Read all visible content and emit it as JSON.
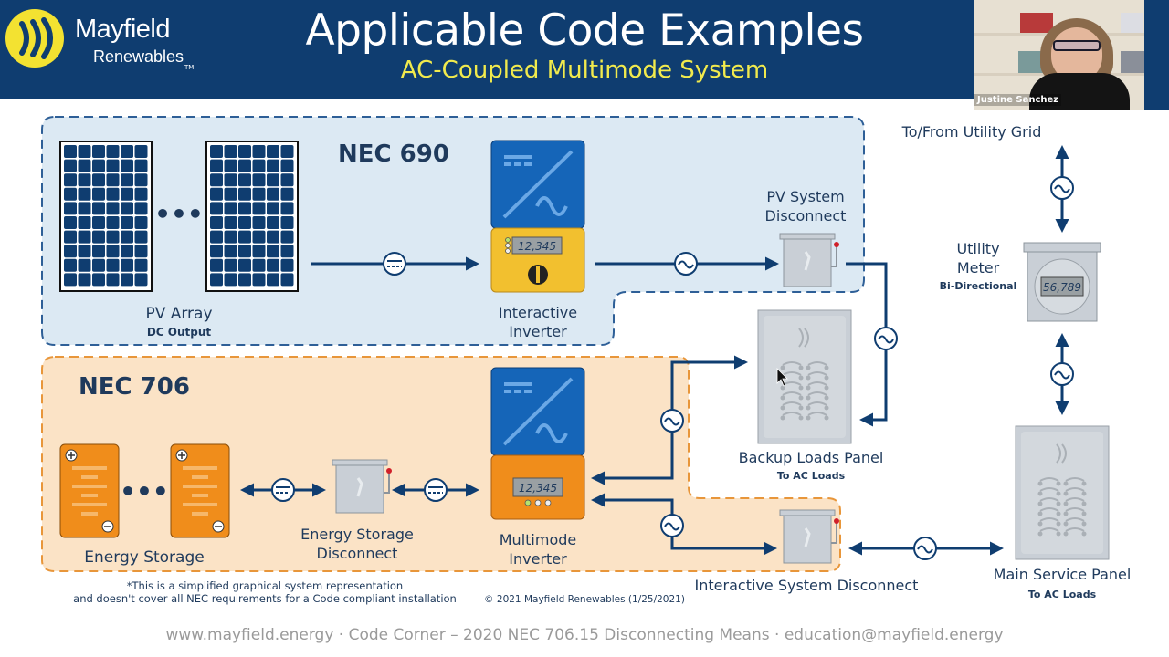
{
  "header": {
    "brand_line1": "Mayfield",
    "brand_line2": "Renewables",
    "brand_tm": "TM",
    "title": "Applicable Code Examples",
    "subtitle": "AC-Coupled Multimode System"
  },
  "webcam": {
    "participant_name": "Justine Sanchez"
  },
  "diagram": {
    "nec690_label": "NEC 690",
    "nec706_label": "NEC 706",
    "pv_array": {
      "label": "PV Array",
      "sublabel": "DC Output",
      "ellipsis": "•••"
    },
    "interactive_inverter": {
      "label_line1": "Interactive",
      "label_line2": "Inverter",
      "display": "12,345"
    },
    "pv_disconnect": {
      "label_line1": "PV System",
      "label_line2": "Disconnect"
    },
    "utility_grid": {
      "label": "To/From Utility Grid"
    },
    "utility_meter": {
      "label_line1": "Utility",
      "label_line2": "Meter",
      "sublabel": "Bi-Directional",
      "display": "56,789"
    },
    "backup_panel": {
      "label": "Backup Loads Panel",
      "sublabel": "To AC Loads"
    },
    "energy_storage": {
      "label": "Energy Storage",
      "ellipsis": "•••"
    },
    "es_disconnect": {
      "label_line1": "Energy Storage",
      "label_line2": "Disconnect"
    },
    "multimode_inverter": {
      "label_line1": "Multimode",
      "label_line2": "Inverter",
      "display": "12,345"
    },
    "interactive_disconnect": {
      "label": "Interactive System Disconnect"
    },
    "main_panel": {
      "label": "Main Service Panel",
      "sublabel": "To AC Loads"
    },
    "symbols": {
      "dc": "⎓",
      "ac": "~"
    },
    "note_line1": "*This is a simplified graphical system representation",
    "note_line2": "and doesn't cover all NEC requirements for a Code compliant installation",
    "copyright": "© 2021 Mayfield Renewables (1/25/2021)",
    "colors": {
      "navy": "#0f3d70",
      "nec690_fill": "#dce9f3",
      "nec690_border": "#2e5f97",
      "nec706_fill": "#fbe3c6",
      "nec706_border": "#e8963a",
      "inverter_blue": "#1565b8",
      "pv_yellow": "#f2c02f",
      "battery_orange": "#f08d1b",
      "equipment_gray": "#c9cfd6"
    }
  },
  "footer": {
    "text": "www.mayfield.energy  · Code Corner – 2020 NEC 706.15 Disconnecting Means ·  education@mayfield.energy"
  }
}
